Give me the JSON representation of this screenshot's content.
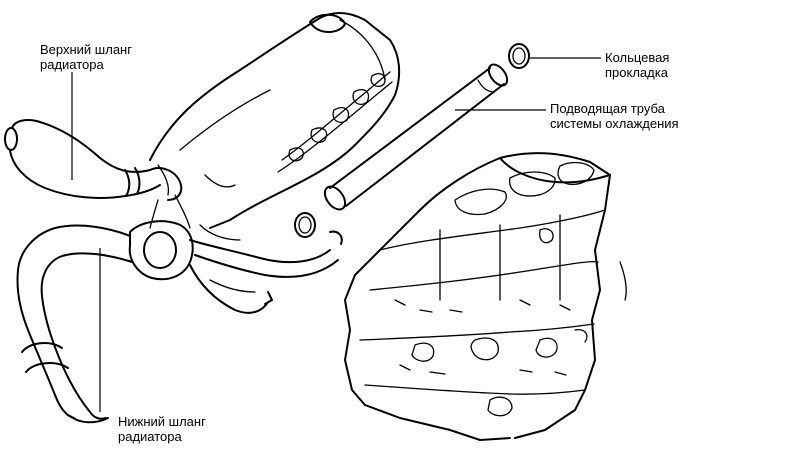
{
  "labels": {
    "upper_hose": {
      "line1": "Верхний шланг",
      "line2": "радиатора"
    },
    "o_ring": {
      "line1": "Кольцевая",
      "line2": "прокладка"
    },
    "inlet_pipe": {
      "line1": "Подводящая труба",
      "line2": "системы охлаждения"
    },
    "lower_hose": {
      "line1": "Нижний шланг",
      "line2": "радиатора"
    }
  },
  "colors": {
    "ink": "#000000",
    "paper": "#ffffff"
  }
}
